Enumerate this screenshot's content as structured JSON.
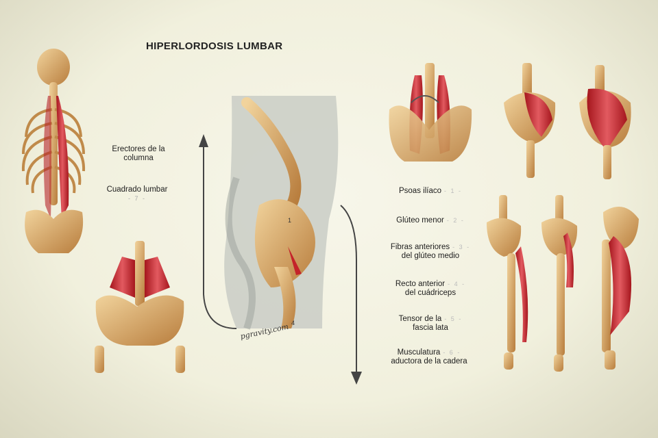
{
  "title": "HIPERLORDOSIS LUMBAR",
  "watermark": "pgravity.com",
  "left_labels": [
    {
      "text": "Erectores de la columna",
      "line1": "Erectores de la",
      "line2": "columna"
    },
    {
      "text": "Cuadrado lumbar",
      "number": "- 7 -"
    }
  ],
  "right_labels": [
    {
      "line1": "Psoas ilíaco",
      "line2": "",
      "number": "- 1 -"
    },
    {
      "line1": "Glúteo menor",
      "line2": "",
      "number": "- 2 -"
    },
    {
      "line1": "Fibras anteriores",
      "line2": "del glúteo medio",
      "number": "- 3 -"
    },
    {
      "line1": "Recto anterior",
      "line2": "del cuádriceps",
      "number": "- 4 -"
    },
    {
      "line1": "Tensor de la",
      "line2": "fascia lata",
      "number": "- 5 -"
    },
    {
      "line1": "Musculatura",
      "line2": "aductora de la cadera",
      "number": "- 6 -"
    }
  ],
  "colors": {
    "bone": "#e2b574",
    "bone_dark": "#b0783a",
    "muscle": "#c4232a",
    "muscle_light": "#e4646a",
    "arrow": "#444444"
  }
}
